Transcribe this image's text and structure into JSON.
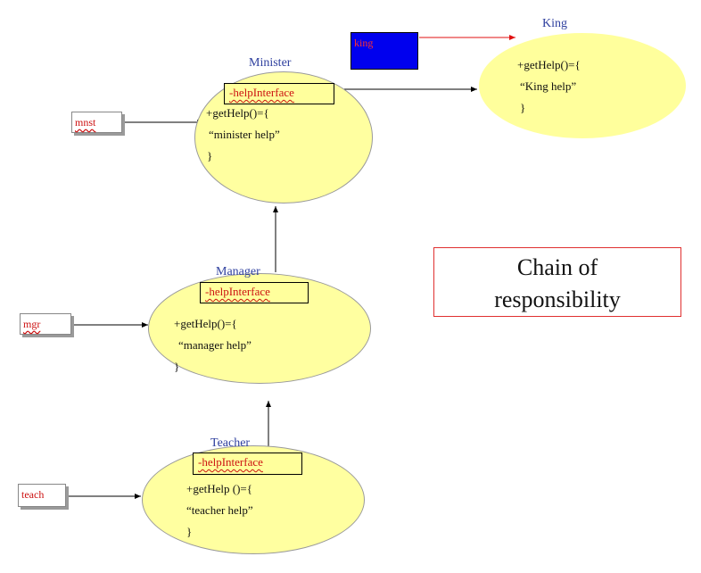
{
  "caption": {
    "line1": "Chain of",
    "line2": "responsibility"
  },
  "nodes": {
    "king": {
      "title": "King",
      "code": [
        "+getHelp()={",
        "“King help”",
        "}"
      ]
    },
    "minister": {
      "title": "Minister",
      "interface": "-helpInterface",
      "code": [
        "+getHelp()={",
        "“minister help”",
        "}"
      ]
    },
    "manager": {
      "title": "Manager",
      "interface": "-helpInterface",
      "code": [
        "+getHelp()={",
        "“manager help”",
        "}"
      ]
    },
    "teacher": {
      "title": "Teacher",
      "interface": "-helpInterface",
      "code": [
        "+getHelp ()={",
        "“teacher  help”",
        "}"
      ]
    }
  },
  "references": {
    "king": "king",
    "minister": "mnst",
    "manager": "mgr",
    "teacher": "teach"
  },
  "colors": {
    "oval_fill": "#ffffa0",
    "title_text": "#2e3f9e",
    "interface_text": "#cc1111",
    "king_ref_fill": "#0000ee",
    "caption_border": "#e03030"
  }
}
